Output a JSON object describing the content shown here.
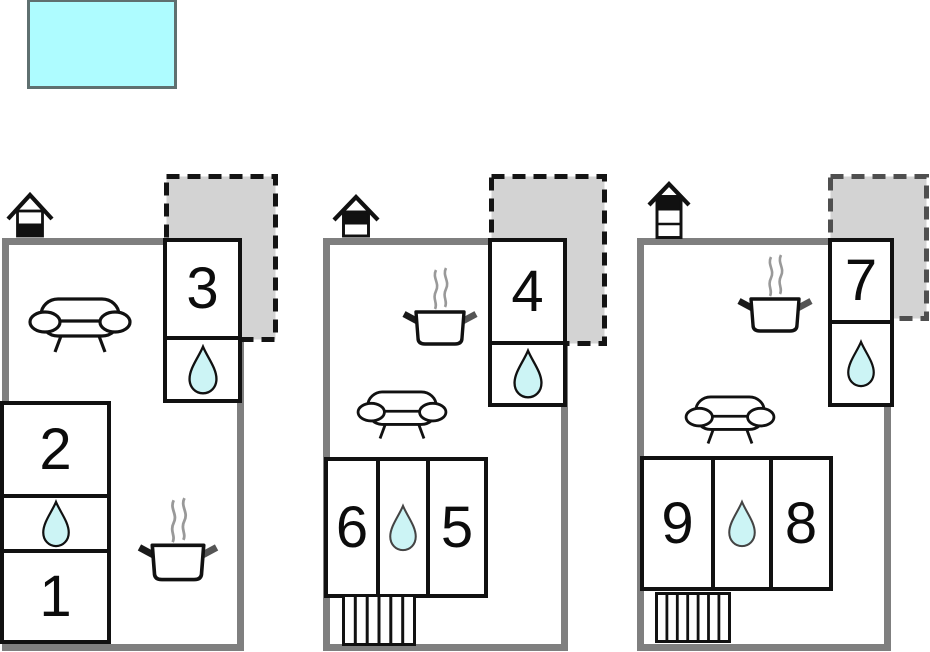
{
  "colors": {
    "pool-fill": "#aefcff",
    "pool-border": "#5f7070",
    "wall": "#7f7f7f",
    "terrace-fill": "#d3d3d3",
    "dash-dark": "#141414",
    "dash-gray": "#4f4f4f",
    "drop-fill": "#ccf4f5",
    "line": "#111111",
    "steam": "#999999"
  },
  "units": [
    {
      "name": "unit-1",
      "house_icon": "two-story-house-lower-floor-highlighted",
      "rooms": [
        {
          "number": "3"
        },
        {
          "number": "2"
        },
        {
          "number": "1"
        }
      ]
    },
    {
      "name": "unit-2",
      "house_icon": "two-story-house-upper-floor-highlighted",
      "rooms": [
        {
          "number": "4"
        },
        {
          "number": "6"
        },
        {
          "number": "5"
        }
      ]
    },
    {
      "name": "unit-3",
      "house_icon": "three-story-house-top-floor-highlighted",
      "rooms": [
        {
          "number": "7"
        },
        {
          "number": "9"
        },
        {
          "number": "8"
        }
      ]
    }
  ]
}
